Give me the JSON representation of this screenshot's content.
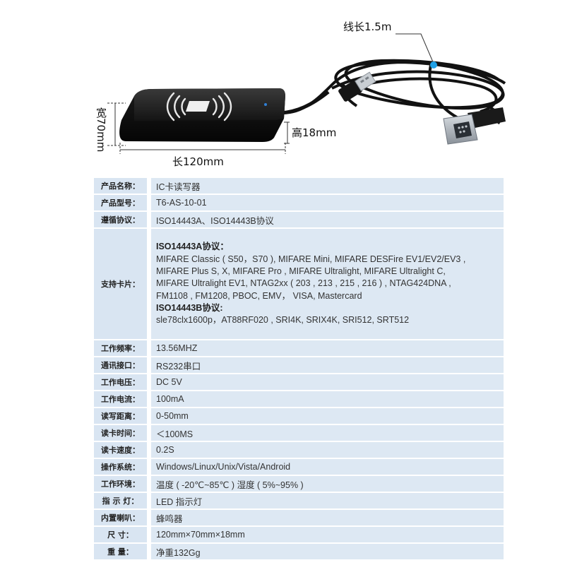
{
  "dimensions": {
    "cable": "线长1.5m",
    "width": "宽70mm",
    "height": "高18mm",
    "length": "长120mm"
  },
  "specs": [
    {
      "label": "产品名称：",
      "value": "IC卡读写器"
    },
    {
      "label": "产品型号：",
      "value": "T6-AS-10-01"
    },
    {
      "label": "遵循协议：",
      "value": "ISO14443A、ISO14443B协议"
    },
    {
      "label": "支持卡片：",
      "cards": {
        "a_header": "ISO14443A协议：",
        "a_lines": [
          "MIFARE Classic ( S50，S70 ), MIFARE Mini, MIFARE DESFire EV1/EV2/EV3 ,",
          "MIFARE Plus S, X, MIFARE Pro , MIFARE Ultralight, MIFARE Ultralight C,",
          "MIFARE Ultralight EV1, NTAG2xx ( 203 , 213 , 215 , 216 ) , NTAG424DNA ,",
          "FM1108 , FM1208, PBOC, EMV， VISA, Mastercard"
        ],
        "b_header": "ISO14443B协议:",
        "b_lines": [
          "sle78clx1600p，AT88RF020 , SRI4K, SRIX4K, SRI512, SRT512"
        ]
      }
    },
    {
      "label": "工作频率：",
      "value": "13.56MHZ"
    },
    {
      "label": "通讯接口：",
      "value": "RS232串口"
    },
    {
      "label": "工作电压：",
      "value": "DC 5V"
    },
    {
      "label": "工作电流：",
      "value": "100mA"
    },
    {
      "label": "读写距离：",
      "value": "0-50mm"
    },
    {
      "label": "读卡时间：",
      "value": "＜100MS"
    },
    {
      "label": "读卡速度：",
      "value": "0.2S"
    },
    {
      "label": "操作系统：",
      "value": "Windows/Linux/Unix/Vista/Android"
    },
    {
      "label": "工作环境：",
      "value": "温度 ( -20℃~85℃ ) 湿度 ( 5%~95% )"
    },
    {
      "label": "指 示 灯：",
      "value": "LED 指示灯"
    },
    {
      "label": "内置喇叭：",
      "value": "蜂鸣器"
    },
    {
      "label": "尺    寸：",
      "value": "120mm×70mm×18mm"
    },
    {
      "label": "重    量：",
      "value": "净重132Gg"
    }
  ]
}
